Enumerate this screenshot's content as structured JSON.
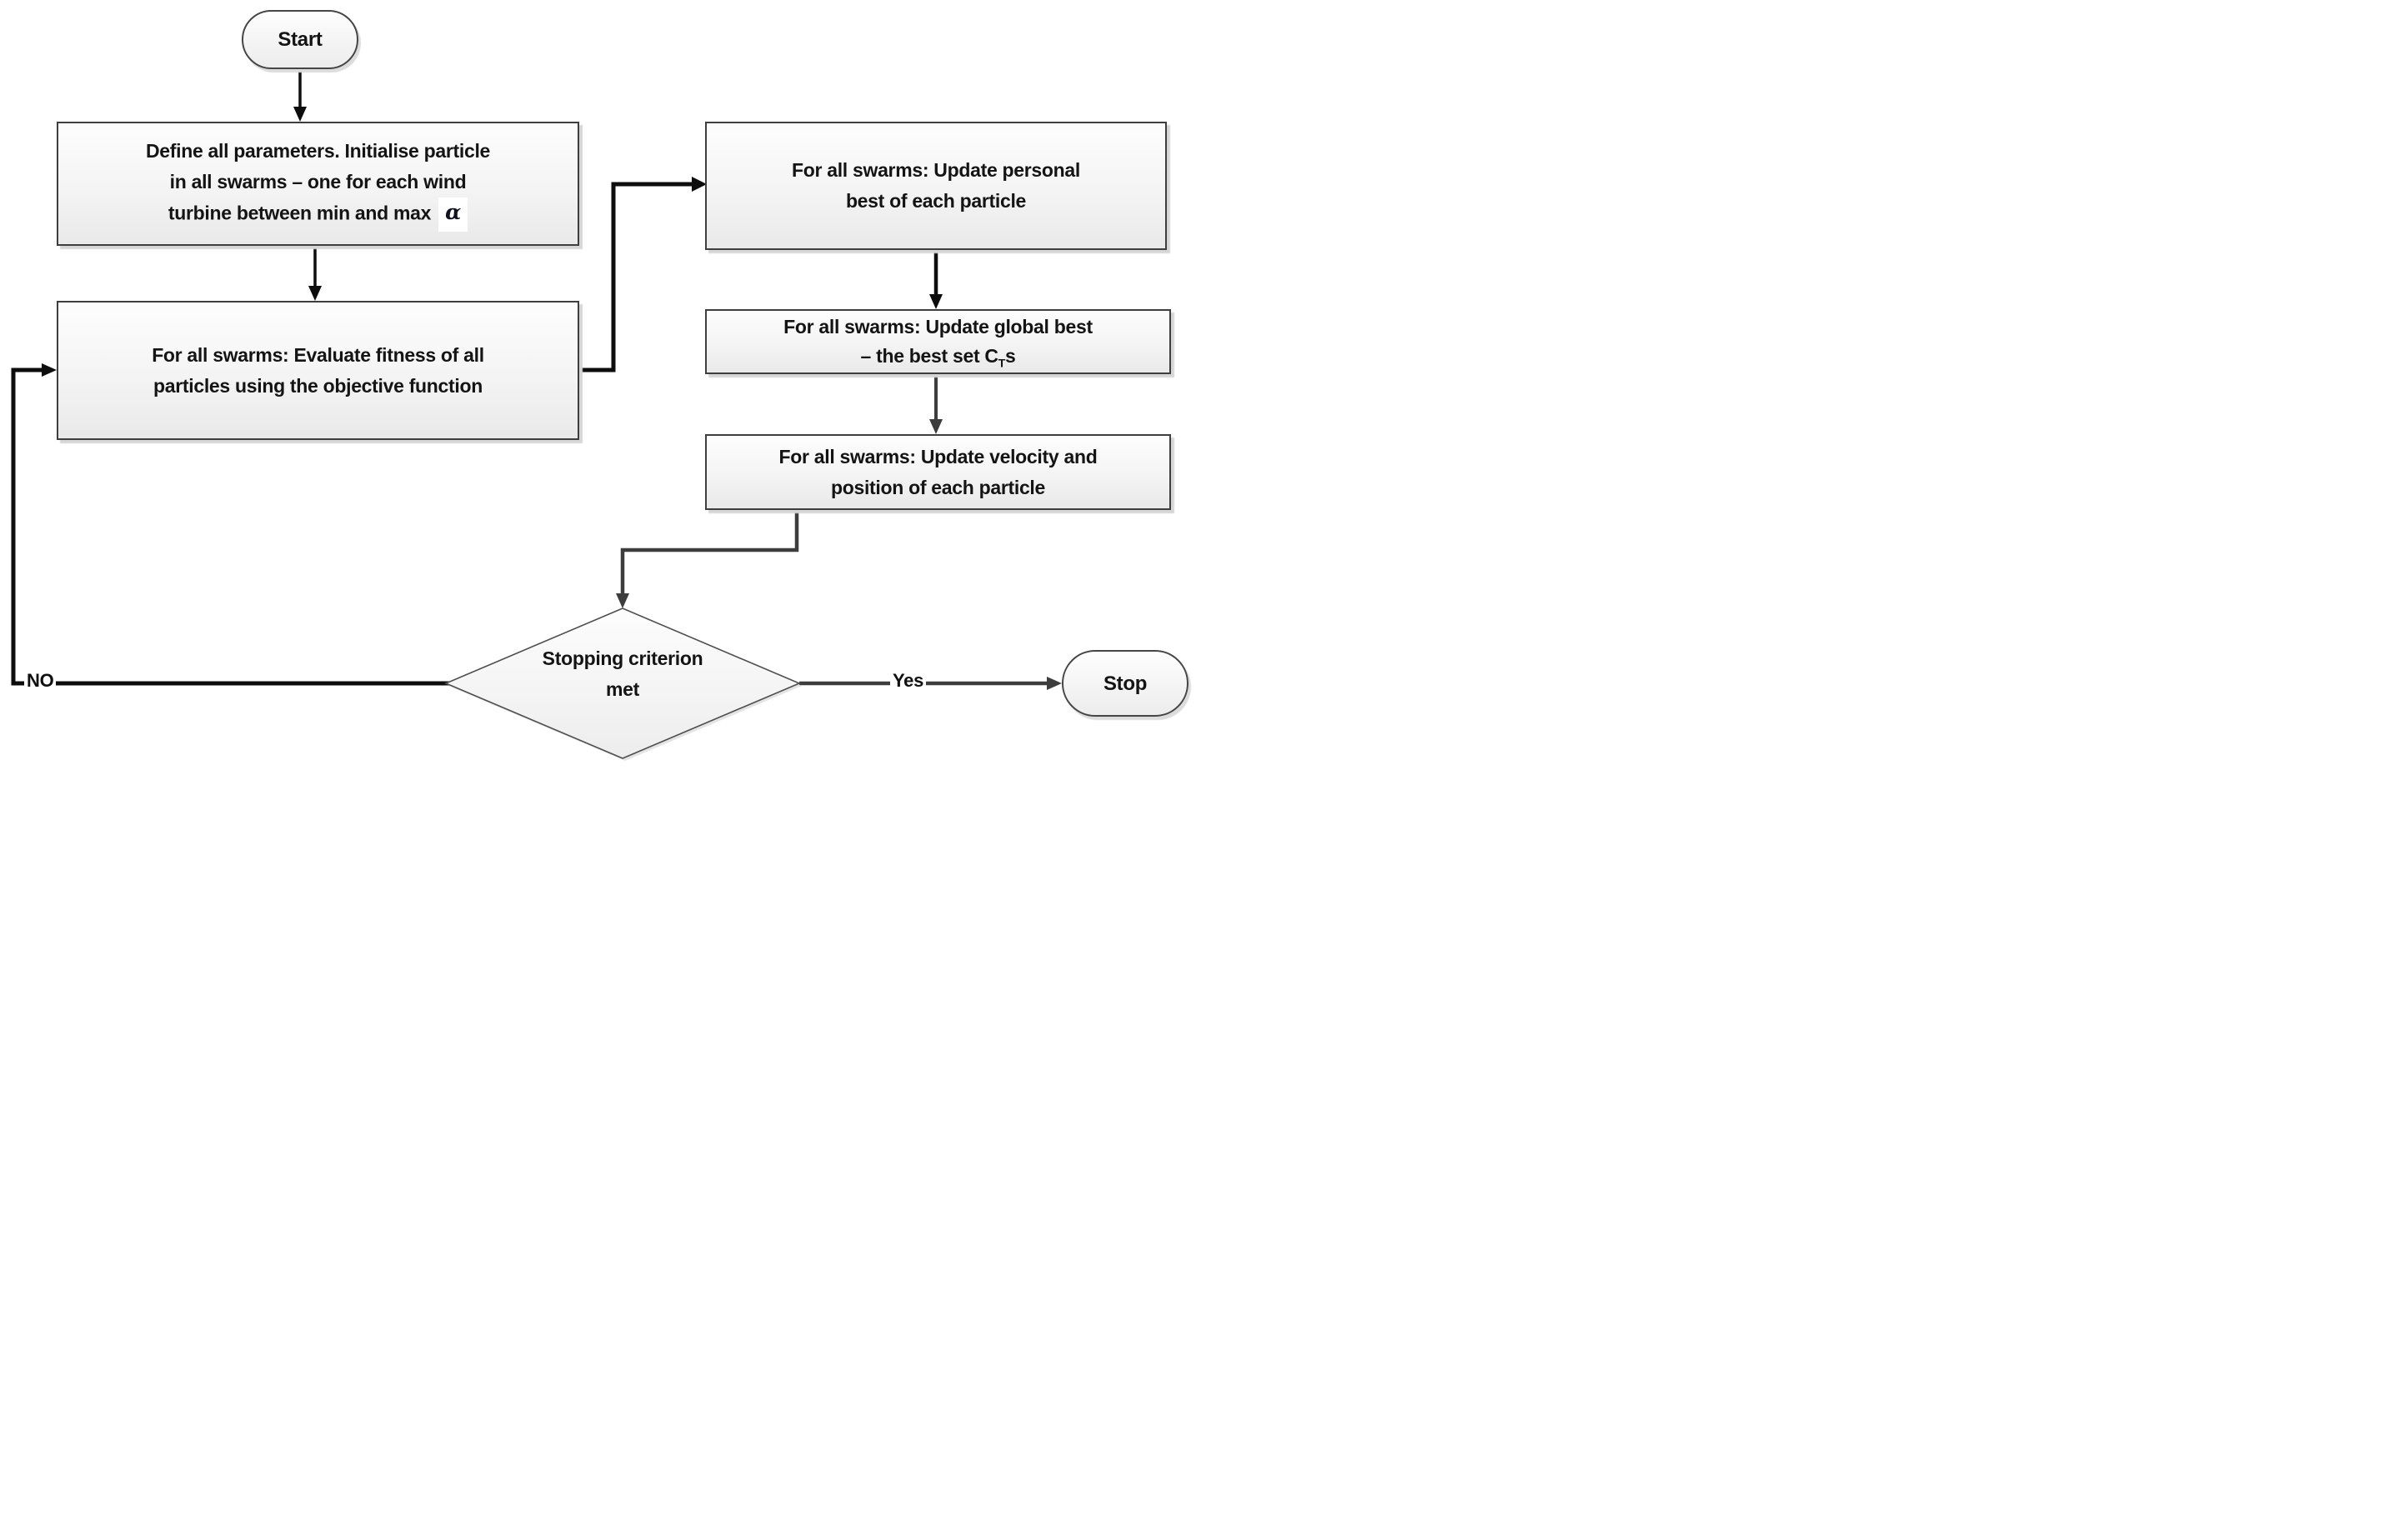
{
  "diagram": {
    "nodes": {
      "start": {
        "label": "Start"
      },
      "define": {
        "line1": "Define all parameters. Initialise particle",
        "line2": "in all swarms – one for each wind",
        "line3": "turbine between min and max",
        "alpha": "α"
      },
      "evaluate": {
        "line1": "For all swarms: Evaluate fitness of all",
        "line2": "particles using the objective function"
      },
      "personal_best": {
        "line1": "For all swarms: Update personal",
        "line2": "best of each particle"
      },
      "global_best": {
        "line1": "For all swarms: Update global best",
        "line2_prefix": "– the best set C",
        "line2_sub": "T",
        "line2_suffix": "s"
      },
      "velocity": {
        "line1": "For all swarms: Update velocity and",
        "line2": "position of each particle"
      },
      "decision": {
        "line1": "Stopping criterion",
        "line2": "met"
      },
      "stop": {
        "label": "Stop"
      }
    },
    "edges": {
      "yes_label": "Yes",
      "no_label": "NO"
    },
    "colors": {
      "edge_black": "#0d0d0d",
      "edge_gray": "#3d3d3d",
      "node_border": "#3e3e3e",
      "node_fill_top": "#fdfdfd",
      "node_fill_bottom": "#e9e9e9",
      "text_color": "#141414"
    }
  }
}
